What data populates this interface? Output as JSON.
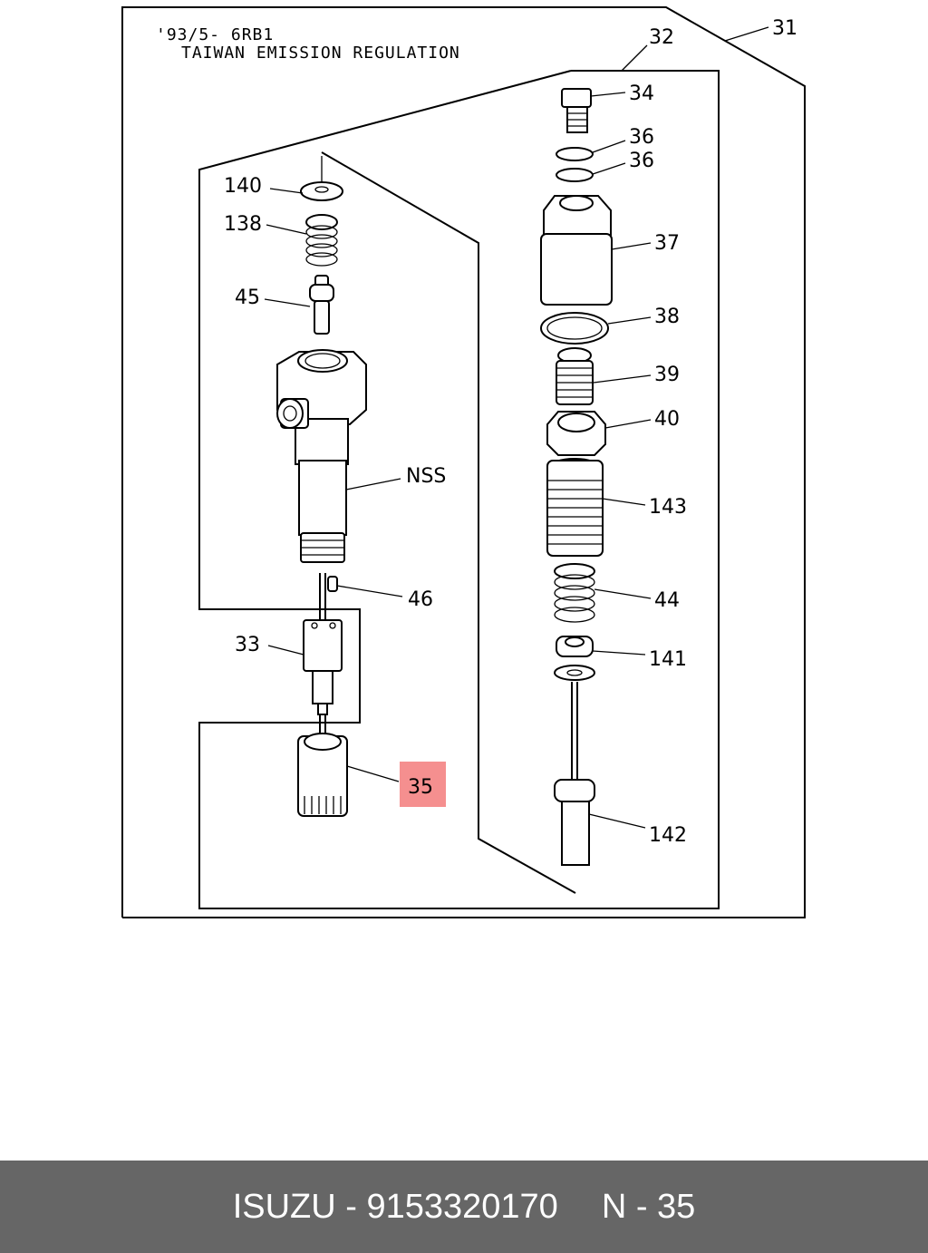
{
  "header": {
    "line1": "'93/5- 6RB1",
    "line2": "TAIWAN EMISSION REGULATION"
  },
  "callouts": [
    {
      "id": "31",
      "text": "31"
    },
    {
      "id": "32",
      "text": "32"
    },
    {
      "id": "34",
      "text": "34"
    },
    {
      "id": "36a",
      "text": "36"
    },
    {
      "id": "36b",
      "text": "36"
    },
    {
      "id": "37",
      "text": "37"
    },
    {
      "id": "38",
      "text": "38"
    },
    {
      "id": "39",
      "text": "39"
    },
    {
      "id": "40",
      "text": "40"
    },
    {
      "id": "143",
      "text": "143"
    },
    {
      "id": "44",
      "text": "44"
    },
    {
      "id": "141",
      "text": "141"
    },
    {
      "id": "142",
      "text": "142"
    },
    {
      "id": "140",
      "text": "140"
    },
    {
      "id": "138",
      "text": "138"
    },
    {
      "id": "45",
      "text": "45"
    },
    {
      "id": "NSS",
      "text": "NSS"
    },
    {
      "id": "46",
      "text": "46"
    },
    {
      "id": "33",
      "text": "33"
    },
    {
      "id": "35",
      "text": "35",
      "highlighted": true
    }
  ],
  "colors": {
    "highlight": "#f58f8f",
    "footer_bg": "#666666",
    "footer_text": "#ffffff"
  },
  "footer": {
    "brand_part": "ISUZU - 9153320170",
    "ref": "N - 35"
  }
}
